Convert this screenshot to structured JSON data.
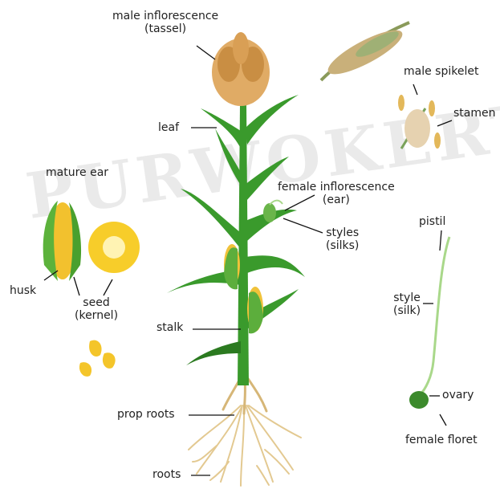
{
  "watermark": "PURWOKERTO",
  "labels": {
    "tassel_line1": "male inflorescence",
    "tassel_line2": "(tassel)",
    "male_spikelet": "male spikelet",
    "stamen": "stamen",
    "leaf": "leaf",
    "mature_ear": "mature ear",
    "female_infl_line1": "female inflorescence",
    "female_infl_line2": "(ear)",
    "styles_line1": "styles",
    "styles_line2": "(silks)",
    "pistil": "pistil",
    "style_line1": "style",
    "style_line2": "(silk)",
    "husk": "husk",
    "seed_line1": "seed",
    "seed_line2": "(kernel)",
    "stalk": "stalk",
    "prop_roots": "prop roots",
    "roots": "roots",
    "ovary": "ovary",
    "female_floret": "female floret"
  },
  "colors": {
    "leaf": "#3a9a2c",
    "leaf_dark": "#2b7a20",
    "tassel": "#d9a35a",
    "kernel": "#f4c52a",
    "root": "#e8cf9a",
    "silk": "#a9d88a"
  }
}
